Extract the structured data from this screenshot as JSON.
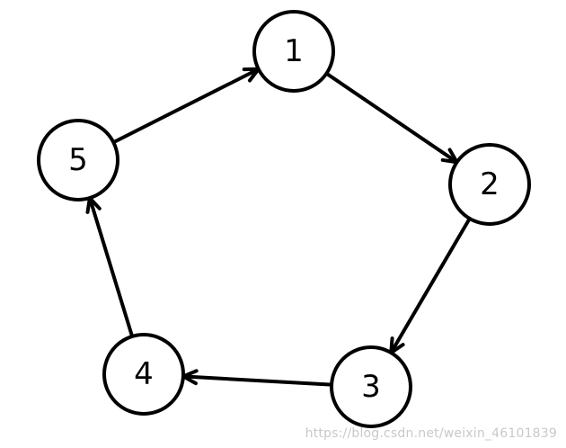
{
  "diagram": {
    "nodes": [
      {
        "id": "n1",
        "label": "1"
      },
      {
        "id": "n2",
        "label": "2"
      },
      {
        "id": "n3",
        "label": "3"
      },
      {
        "id": "n4",
        "label": "4"
      },
      {
        "id": "n5",
        "label": "5"
      }
    ],
    "edges": [
      {
        "from": "n1",
        "to": "n2"
      },
      {
        "from": "n2",
        "to": "n3"
      },
      {
        "from": "n3",
        "to": "n4"
      },
      {
        "from": "n4",
        "to": "n5"
      },
      {
        "from": "n5",
        "to": "n1"
      }
    ]
  },
  "watermark": "https://blog.csdn.net/weixin_46101839",
  "colors": {
    "stroke": "#000000",
    "background": "#ffffff",
    "watermark": "#c9c9c9"
  }
}
